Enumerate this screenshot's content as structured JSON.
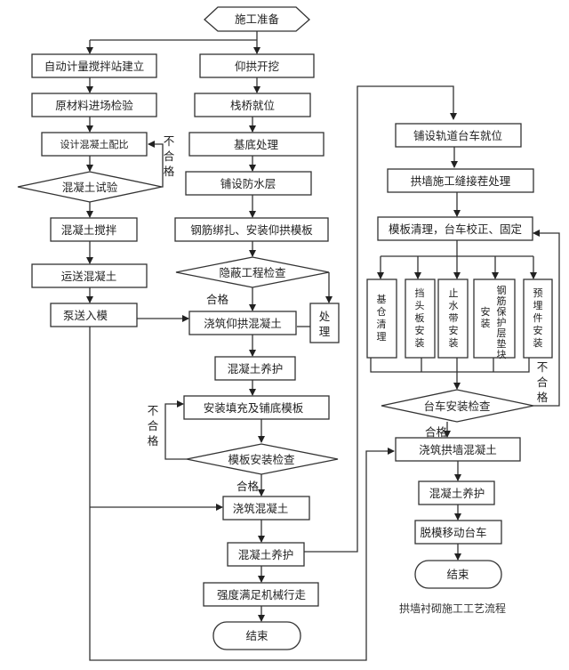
{
  "title": "拱墙衬砌施工工艺流程",
  "start": "施工准备",
  "left_column": {
    "steps": [
      "自动计量搅拌站建立",
      "原材料进场检验",
      "设计混凝土配比"
    ],
    "decision": "混凝土试验",
    "fail_label": [
      "不",
      "合",
      "格"
    ],
    "steps_after": [
      "混凝土搅拌",
      "运送混凝土",
      "泵送入模"
    ]
  },
  "middle_column": {
    "steps": [
      "仰拱开挖",
      "栈桥就位",
      "基底处理",
      "铺设防水层",
      "钢筋绑扎、安装仰拱模板"
    ],
    "decision_1": "隐蔽工程检查",
    "pass_label_1": "合格",
    "fix_box": [
      "处",
      "理"
    ],
    "pour_invert": "浇筑仰拱混凝土",
    "cure_1": "混凝土养护",
    "install_fill": "安装填充及铺底模板",
    "decision_2": "模板安装检查",
    "fail_label_2": [
      "不",
      "合",
      "格"
    ],
    "pass_label_2": "合格",
    "pour": "浇筑混凝土",
    "cure_2": "混凝土养护",
    "strength": "强度满足机械行走",
    "end": "结束"
  },
  "right_column": {
    "steps": [
      "铺设轨道台车就位",
      "拱墙施工缝接茬处理",
      "模板清理，台车校正、固定"
    ],
    "parallel_tasks": [
      [
        "基",
        "仓",
        "清",
        "理"
      ],
      [
        "挡",
        "头",
        "板",
        "安",
        "装"
      ],
      [
        "止",
        "水",
        "带",
        "安",
        "装"
      ],
      [
        "钢",
        "筋",
        "保",
        "护",
        "层",
        "垫",
        "块"
      ],
      [
        "预",
        "埋",
        "件",
        "安",
        "装"
      ]
    ],
    "parallel_task_extra": [
      "安",
      "装"
    ],
    "decision": "台车安装检查",
    "fail_label": [
      "不",
      "合",
      "格"
    ],
    "pass_label": "合格",
    "pour": "浇筑拱墙混凝土",
    "cure": "混凝土养护",
    "demold": "脱模移动台车",
    "end": "结束"
  }
}
